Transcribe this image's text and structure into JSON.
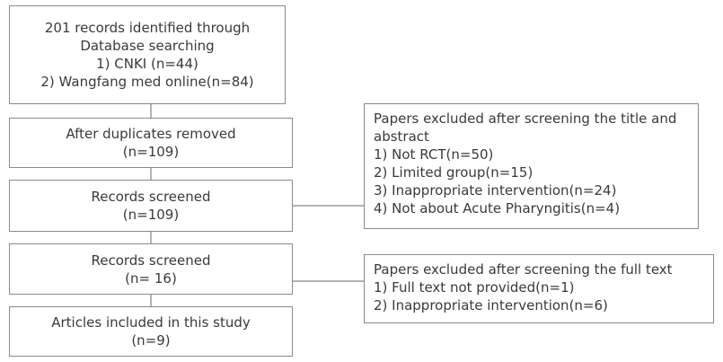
{
  "boxes": {
    "identified": [
      "201 records identified through",
      "Database searching",
      "1)  CNKI (n=44)",
      "2)  Wangfang med online(n=84)"
    ],
    "duplicates": [
      "After duplicates removed",
      "(n=109)"
    ],
    "screened1": [
      "Records screened",
      "(n=109)"
    ],
    "screened2": [
      "Records screened",
      "(n= 16)"
    ],
    "included": [
      "Articles included in this study",
      "(n=9)"
    ],
    "excluded_title": [
      "Papers excluded after screening the title and abstract",
      "1) Not RCT(n=50)",
      "2) Limited group(n=15)",
      "3) Inappropriate intervention(n=24)",
      "4) Not about Acute Pharyngitis(n=4)"
    ],
    "excluded_full": [
      "Papers excluded after screening the full text",
      "1)  Full text not provided(n=1)",
      "2)  Inappropriate intervention(n=6)"
    ]
  }
}
